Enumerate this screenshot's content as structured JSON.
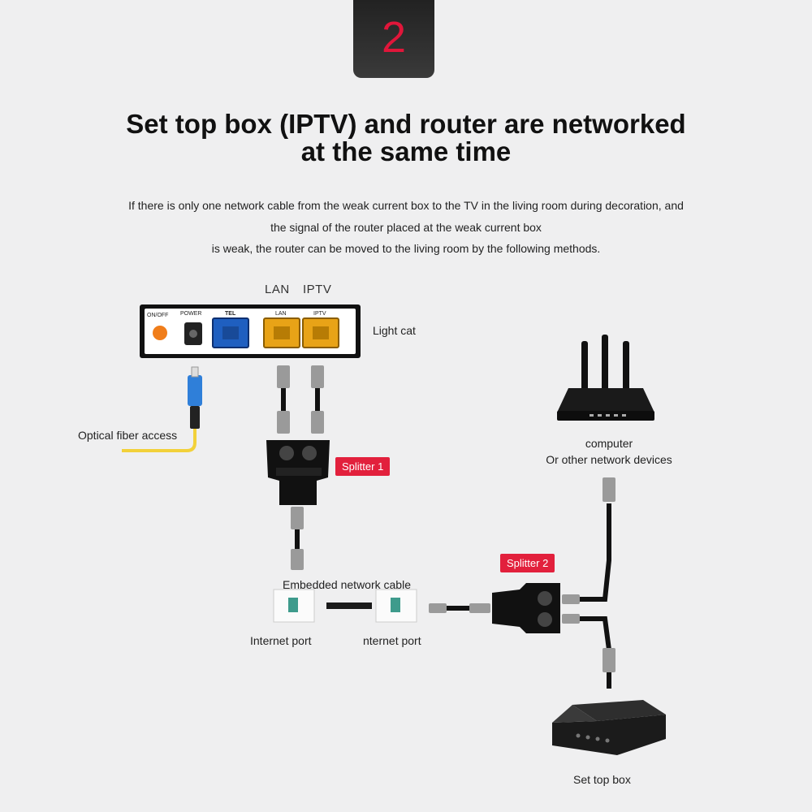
{
  "step": {
    "number": "2"
  },
  "title": {
    "line1": "Set top box (IPTV) and router are networked",
    "line2": "at the same time"
  },
  "intro": {
    "line1": "If there is only one network cable from the weak current box to the TV in the living room during decoration, and",
    "line2": "the signal of the router placed at the weak current box",
    "line3": "is weak, the router can be moved to the living room by the following methods."
  },
  "light_cat": {
    "top_labels": {
      "lan": "LAN",
      "iptv": "IPTV"
    },
    "panel_labels": {
      "onoff": "ON/OFF",
      "power": "POWER",
      "tel": "TEL",
      "lan": "LAN",
      "iptv": "IPTV"
    },
    "label": "Light cat"
  },
  "labels": {
    "optical_fiber": "Optical fiber access",
    "splitter1": "Splitter 1",
    "splitter2": "Splitter 2",
    "embedded_cable": "Embedded network cable",
    "internet_port_1": "Internet port",
    "internet_port_2": "nternet port",
    "computer_line1": "computer",
    "computer_line2": "Or other network devices",
    "set_top_box": "Set top box"
  },
  "colors": {
    "accent_red": "#e2203c",
    "tel_port": "#1f5fc0",
    "lan_port": "#e8a317",
    "fiber_yellow": "#f2d13a",
    "fiber_blue": "#2f7fd9",
    "power_button": "#f07d1a"
  }
}
